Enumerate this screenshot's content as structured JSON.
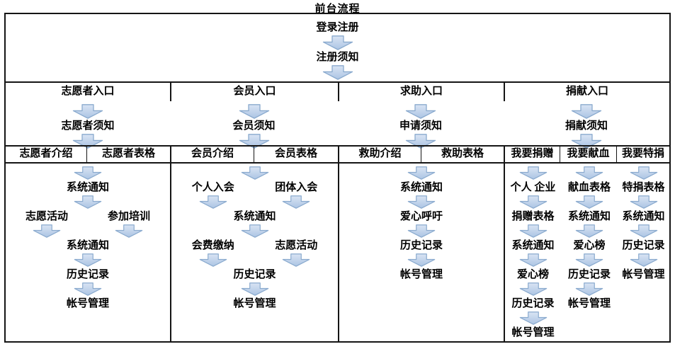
{
  "title": "前台流程",
  "top_flow": {
    "step1": "登录注册",
    "step2": "注册须知"
  },
  "columns": [
    {
      "header": "志愿者入口",
      "notice": "志愿者须知",
      "subs": [
        "志愿者介绍",
        "志愿者表格"
      ],
      "flow": {
        "s1": "系统通知",
        "b1": [
          "志愿活动",
          "参加培训"
        ],
        "s2": "系统通知",
        "s3": "历史记录",
        "s4": "帐号管理"
      }
    },
    {
      "header": "会员入口",
      "notice": "会员须知",
      "subs": [
        "会员介绍",
        "会员表格"
      ],
      "flow": {
        "b1": [
          "个人入会",
          "团体入会"
        ],
        "s1": "系统通知",
        "b2": [
          "会费缴纳",
          "志愿活动"
        ],
        "s2": "历史记录",
        "s3": "帐号管理"
      }
    },
    {
      "header": "求助入口",
      "notice": "申请须知",
      "subs": [
        "救助介绍",
        "救助表格"
      ],
      "flow": {
        "s1": "系统通知",
        "s2": "爱心呼吁",
        "s3": "历史记录",
        "s4": "帐号管理"
      }
    },
    {
      "header": "捐献入口",
      "notice": "捐献须知",
      "subs": [
        "我要捐赠",
        "我要献血",
        "我要特捐"
      ],
      "tracks": [
        [
          "个人 企业",
          "捐赠表格",
          "系统通知",
          "爱心榜",
          "历史记录",
          "帐号管理"
        ],
        [
          "献血表格",
          "系统通知",
          "爱心榜",
          "历史记录",
          "帐号管理"
        ],
        [
          "特捐表格",
          "系统通知",
          "历史记录",
          "帐号管理"
        ]
      ]
    }
  ],
  "colors": {
    "arrow_fill_light": "#d7e3f3",
    "arrow_fill_dark": "#aec6e4",
    "arrow_stroke": "#8aaace",
    "border": "#151515"
  }
}
